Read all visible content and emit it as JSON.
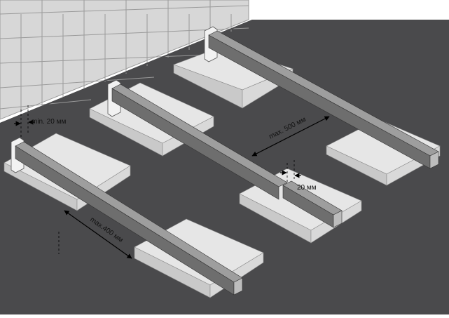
{
  "colors": {
    "ground": "#4a4a4c",
    "wall_face": "#d7d7d7",
    "wall_line": "#9a9a9a",
    "slab_top": "#e6e6e6",
    "slab_side": "#c9c9c9",
    "beam_top": "#9e9e9e",
    "beam_side": "#6e6e6e",
    "beam_end": "#bdbdbd",
    "post": "#f2f2f2",
    "dimension_line": "#000000"
  },
  "labels": {
    "min_gap": "min. 20 мм",
    "joint_gap": "20 мм",
    "max_400": "max.400 мм",
    "max_500": "max. 500 мм"
  }
}
